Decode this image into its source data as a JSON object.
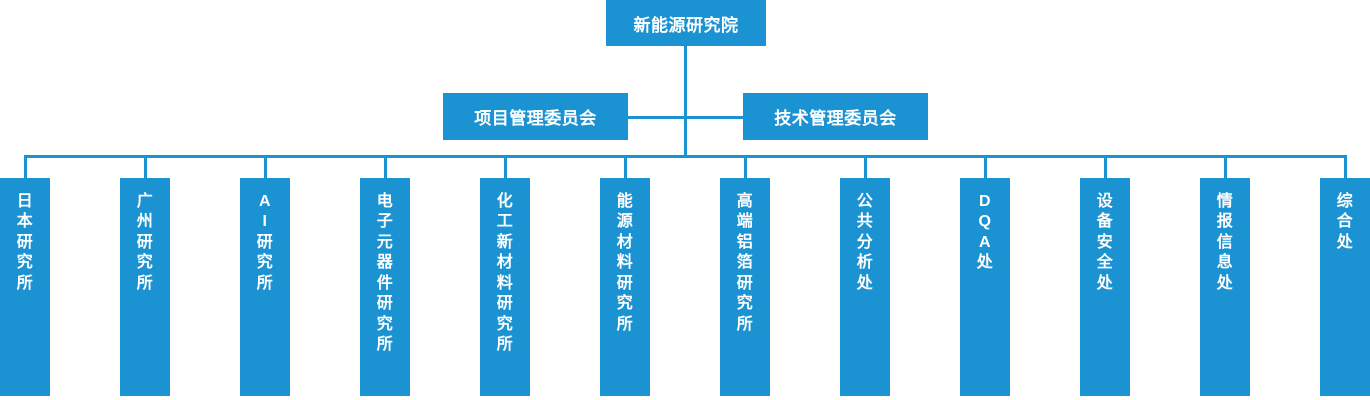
{
  "diagram": {
    "type": "organization-chart",
    "accent_color": "#1b92d1",
    "background_color": "#ffffff",
    "text_color": "#ffffff",
    "orientation": "top-down",
    "levels": 3
  },
  "root": {
    "label": "新能源研究院"
  },
  "committees": [
    {
      "label": "项目管理委员会"
    },
    {
      "label": "技术管理委员会"
    }
  ],
  "units": [
    {
      "label": "日本研究所"
    },
    {
      "label": "广州研究所"
    },
    {
      "label": "AI研究所"
    },
    {
      "label": "电子元器件研究所"
    },
    {
      "label": "化工新材料研究所"
    },
    {
      "label": "能源材料研究所"
    },
    {
      "label": "高端铝箔研究所"
    },
    {
      "label": "公共分析处"
    },
    {
      "label": "DQA处"
    },
    {
      "label": "设备安全处"
    },
    {
      "label": "情报信息处"
    },
    {
      "label": "综合处"
    }
  ]
}
